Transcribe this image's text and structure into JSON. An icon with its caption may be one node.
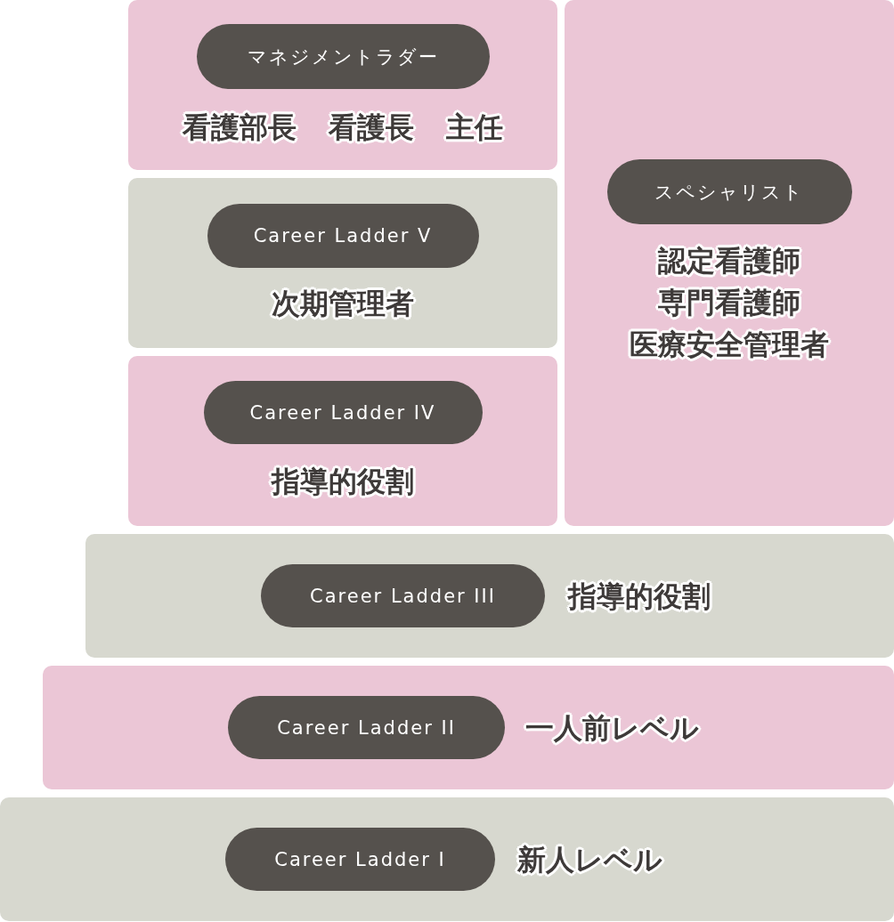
{
  "diagram": {
    "nodes": [
      {
        "text": [
          "看護部長",
          "看護長",
          "主任"
        ]
      },
      {
        "text": [
          "マネジメントラダー"
        ],
        "in": 0
      },
      {
        "text": [
          "認定看護師",
          "専門看護師",
          "医療安全管理者"
        ]
      },
      {
        "text": [
          "スペシャリスト"
        ],
        "in": 2
      },
      {
        "text": [
          "次期管理者"
        ]
      },
      {
        "text": [
          "Career Ladder V"
        ],
        "in": 4
      },
      {
        "text": [
          "指導的役割"
        ]
      },
      {
        "text": [
          "Career Ladder IV"
        ],
        "in": 6
      },
      {
        "text": [
          "指導的役割"
        ]
      },
      {
        "text": [
          "Career Ladder III"
        ],
        "in": 8
      },
      {
        "text": [
          "一人前レベル"
        ]
      },
      {
        "text": [
          "Career Ladder II"
        ],
        "in": 10
      },
      {
        "text": [
          "新人レベル"
        ]
      },
      {
        "text": [
          "Career Ladder I"
        ],
        "in": 12
      }
    ]
  }
}
